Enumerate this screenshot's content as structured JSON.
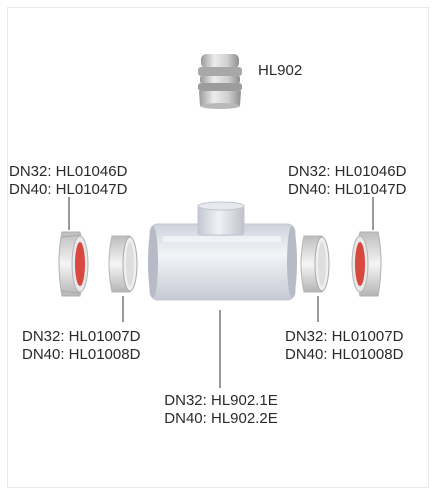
{
  "parts": {
    "cap": {
      "label": "HL902"
    },
    "left_nut": {
      "line1": "DN32: HL01046D",
      "line2": "DN40: HL01047D"
    },
    "right_nut": {
      "line1": "DN32: HL01046D",
      "line2": "DN40: HL01047D"
    },
    "left_ring": {
      "line1": "DN32: HL01007D",
      "line2": "DN40: HL01008D"
    },
    "right_ring": {
      "line1": "DN32: HL01007D",
      "line2": "DN40: HL01008D"
    },
    "tee": {
      "line1": "DN32: HL902.1E",
      "line2": "DN40: HL902.2E"
    }
  },
  "colors": {
    "seal_red": "#d9483e",
    "tee_body": "#e3e6ee",
    "plastic_grey": "#d0d0d0",
    "leader_line": "#333333"
  }
}
